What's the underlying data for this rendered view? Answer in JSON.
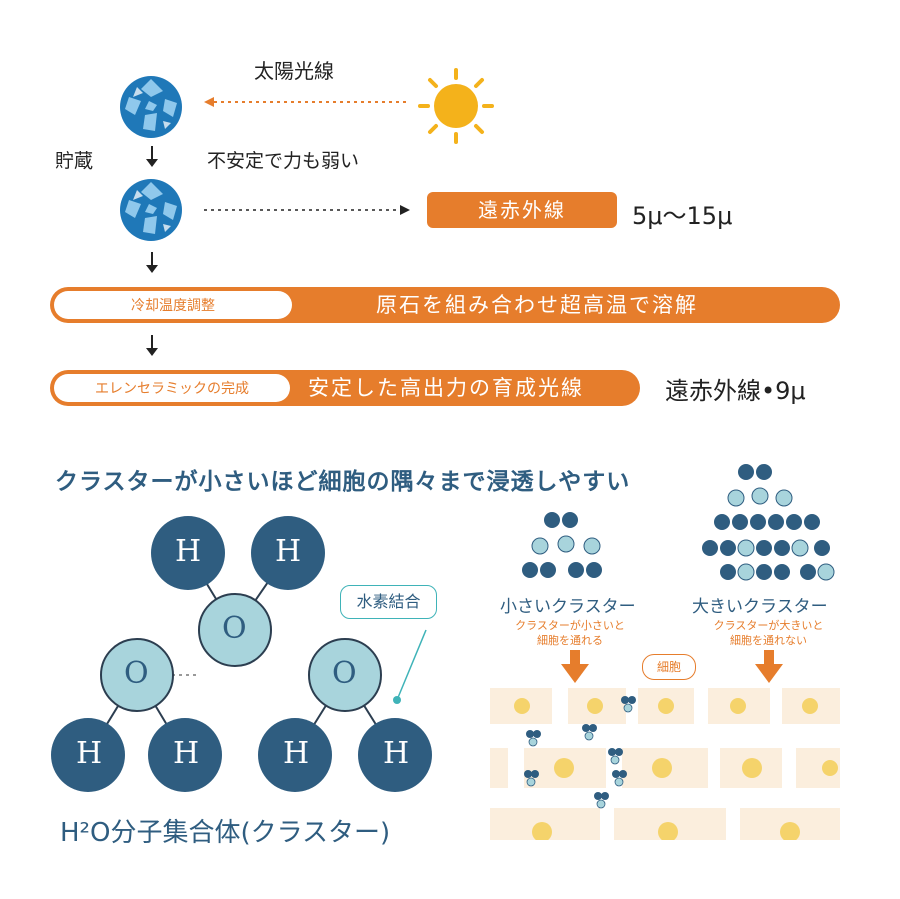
{
  "top": {
    "sunlight": "太陽光線",
    "storage": "貯蔵",
    "unstable": "不安定で力も弱い",
    "far_infrared_pill": "遠赤外線",
    "wavelength": "5μ〜15μ",
    "cooling_tag": "冷却温度調整",
    "melting_text": "原石を組み合わせ超高温で溶解",
    "complete_tag": "エレンセラミックの完成",
    "stable_text": "安定した高出力の育成光線",
    "result": "遠赤外線•9μ"
  },
  "bottom": {
    "title": "クラスターが小さいほど細胞の隅々まで浸透しやすい",
    "molecule_caption": "H²O分子集合体(クラスター)",
    "hbond_label": "水素結合",
    "atom_h": "H",
    "atom_o": "O",
    "small_cluster": "小さいクラスター",
    "small_note_1": "クラスターが小さいと",
    "small_note_2": "細胞を通れる",
    "large_cluster": "大きいクラスター",
    "large_note_1": "クラスターが大きいと",
    "large_note_2": "細胞を通れない",
    "cell_label": "細胞"
  },
  "colors": {
    "orange": "#e67d2c",
    "navy": "#2f5d80",
    "light_blue": "#a8d4dc",
    "cell_fill": "#fbeedd",
    "nucleus": "#f5d36b",
    "sun": "#f4b21b",
    "teal": "#3fb3b8"
  },
  "icons": [
    "crystal-icon",
    "sun-icon",
    "arrow-down-icon"
  ]
}
